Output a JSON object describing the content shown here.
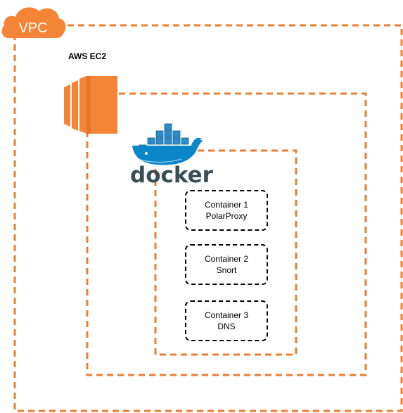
{
  "vpc": {
    "label": "VPC",
    "border_color": "#ed7d31",
    "badge_color": "#f58536",
    "icon": "cloud-icon"
  },
  "ec2": {
    "label": "AWS EC2",
    "border_color": "#ed7d31",
    "icon": "aws-ec2-icon"
  },
  "docker": {
    "wordmark": "docker",
    "border_color": "#ed7d31",
    "icon": "docker-whale-icon",
    "whale_color": "#0a86c9",
    "wordmark_color": "#394d54"
  },
  "containers": [
    {
      "title": "Container 1",
      "name": "PolarProxy"
    },
    {
      "title": "Container 2",
      "name": "Snort"
    },
    {
      "title": "Container 3",
      "name": "DNS"
    }
  ]
}
